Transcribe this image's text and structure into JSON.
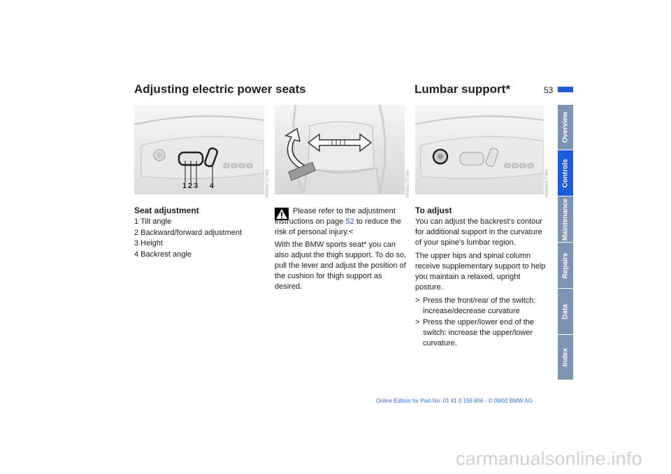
{
  "page": {
    "heading_left": "Adjusting electric power seats",
    "heading_right": "Lumbar support*",
    "page_number": "53"
  },
  "side_tabs": [
    {
      "label": "Overview",
      "active": false
    },
    {
      "label": "Controls",
      "active": true
    },
    {
      "label": "Maintenance",
      "active": false
    },
    {
      "label": "Repairs",
      "active": false
    },
    {
      "label": "Data",
      "active": false
    },
    {
      "label": "Index",
      "active": false
    }
  ],
  "figures": {
    "fig1_code": "MV06171T.MA",
    "fig1_callouts": [
      "1",
      "2",
      "3",
      "4"
    ],
    "fig2_code": "MV06172T.MA",
    "fig3_code": "MV06147T.MA"
  },
  "seat_adjustment": {
    "title": "Seat adjustment",
    "items": [
      "1 Tilt angle",
      "2 Backward/forward adjustment",
      "3 Height",
      "4 Backrest angle"
    ]
  },
  "warning": {
    "text_before_link": "Please refer to the adjustment instructions on page ",
    "link_page": "52",
    "text_after_link": " to reduce the risk of personal injury.",
    "end_mark": "<"
  },
  "sports_seat": {
    "text": "With the BMW sports seat* you can also adjust the thigh support. To do so, pull the lever and adjust the position of the cushion for thigh support as desired."
  },
  "to_adjust": {
    "title": "To adjust",
    "p1": "You can adjust the backrest's contour for additional support in the curvature of your spine's lumbar region.",
    "p2": "The upper hips and spinal column receive supplementary support to help you maintain a relaxed, upright posture.",
    "bullet_mark": ">",
    "bullets": [
      "Press the front/rear of the switch: increase/decrease curvature",
      "Press the upper/lower end of the switch: increase the upper/lower curvature."
    ]
  },
  "footer": "Online Edition for Part-No. 01 41 0 156 806 - © 09/02 BMW AG",
  "watermark": "carmanualsonline.info",
  "colors": {
    "accent_blue": "#1e5bd6",
    "tab_inactive": "#7d93b2",
    "warning_triangle": "#000000"
  }
}
